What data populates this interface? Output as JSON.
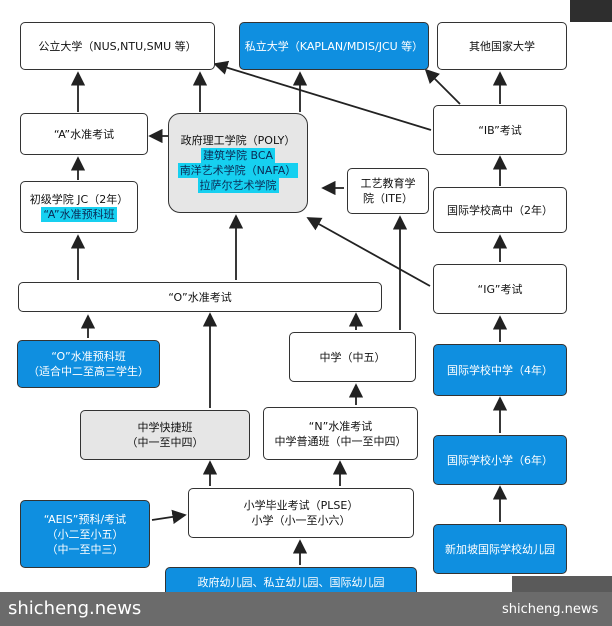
{
  "diagram": {
    "public_univ": "公立大学（NUS,NTU,SMU 等）",
    "private_univ": "私立大学（KAPLAN/MDIS/JCU 等）",
    "other_univ": "其他国家大学",
    "a_level_exam": "“A”水准考试",
    "jc_line1": "初级学院 JC（2年）",
    "jc_line2": "“A”水准预科班",
    "poly_line1": "政府理工学院（POLY）",
    "poly_line2": "建筑学院 BCA",
    "poly_line3": "南洋艺术学院（NAFA）",
    "poly_line4": "拉萨尔艺术学院",
    "ite_line1": "工艺教育学",
    "ite_line2": "院（ITE）",
    "ib_exam": "“IB”考试",
    "intl_high": "国际学校高中（2年）",
    "o_level_exam": "“O”水准考试",
    "ig_exam": "“IG”考试",
    "o_prep_line1": "“O”水准预科班",
    "o_prep_line2": "（适合中二至高三学生）",
    "sec5": "中学（中五）",
    "intl_middle": "国际学校中学（4年）",
    "express_line1": "中学快捷班",
    "express_line2": "（中一至中四）",
    "n_level_line1": "“N”水准考试",
    "n_level_line2": "中学普通班（中一至中四）",
    "intl_primary": "国际学校小学（6年）",
    "aeis_line1": "“AEIS”预科/考试",
    "aeis_line2": "（小二至小五）",
    "aeis_line3": "（中一至中三）",
    "psle_line1": "小学毕业考试（PLSE）",
    "psle_line2": "小学（小一至小六）",
    "sg_intl_kg": "新加坡国际学校幼儿园",
    "kindergarten": "政府幼儿园、私立幼儿园、国际幼儿园"
  },
  "watermark": {
    "left": "shicheng.news",
    "right": "shicheng.news"
  },
  "colors": {
    "blue_box": "#0f8fe0",
    "highlight": "#16d0f0",
    "grey_box": "#e6e6e6"
  }
}
